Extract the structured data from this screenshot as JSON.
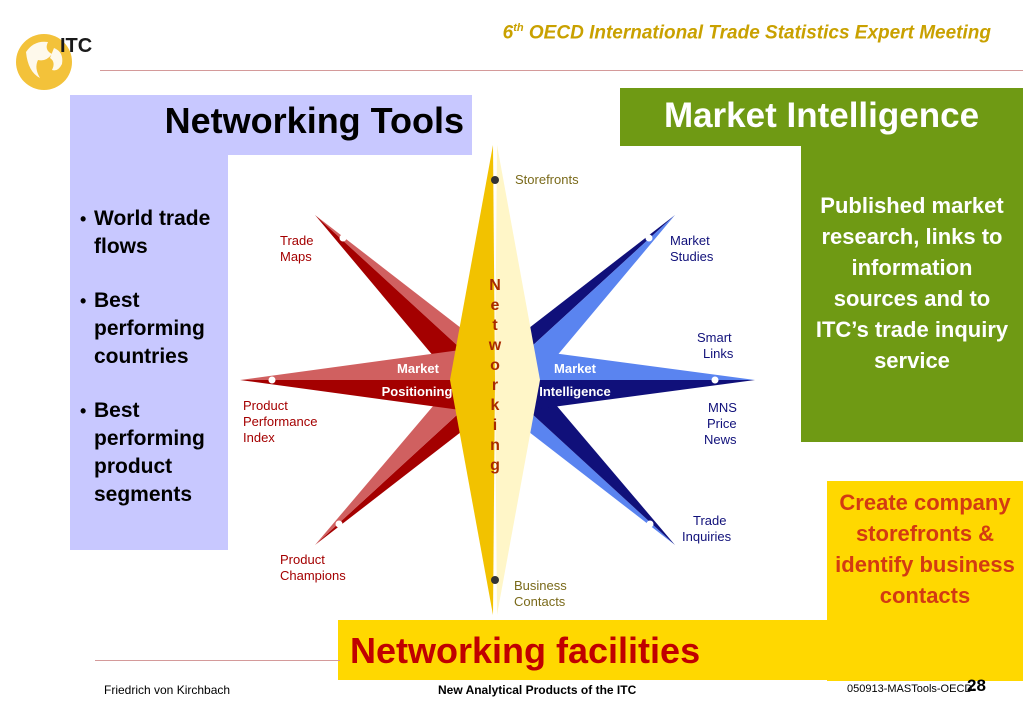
{
  "header": {
    "title_num": "6",
    "title_sup": "th",
    "title_rest": " OECD International Trade Statistics Expert Meeting",
    "logo_text": "ITC"
  },
  "networking_tools": {
    "title": "Networking Tools",
    "bullets": [
      "World trade flows",
      "Best performing countries",
      "Best performing product segments"
    ]
  },
  "market_intelligence": {
    "title": "Market Intelligence",
    "body": "Published market research, links to information sources and to ITC’s trade inquiry service"
  },
  "storefronts_box": {
    "body": "Create company storefronts & identify business contacts"
  },
  "networking_facilities": {
    "title": "Networking facilities"
  },
  "compass": {
    "center_left_1": "Market",
    "center_left_2": "Positioning",
    "center_right_1": "Market",
    "center_right_2": "Intelligence",
    "vertical_letters": [
      "N",
      "e",
      "t",
      "w",
      "o",
      "r",
      "k",
      "i",
      "n",
      "g"
    ],
    "labels": {
      "storefronts": "Storefronts",
      "trade_maps": [
        "Trade",
        "Maps"
      ],
      "market_studies": [
        "Market",
        "Studies"
      ],
      "smart_links": [
        "Smart",
        "Links"
      ],
      "mns_price_news": [
        "MNS",
        "Price",
        "News"
      ],
      "product_performance_index": [
        "Product",
        "Performance",
        "Index"
      ],
      "trade_inquiries": [
        "Trade",
        "Inquiries"
      ],
      "product_champions": [
        "Product",
        "Champions"
      ],
      "business_contacts": [
        "Business",
        "Contacts"
      ]
    }
  },
  "colors": {
    "tools_bg": "#c8c8ff",
    "mi_bg": "#6f9a14",
    "yellow_bg": "#ffd800",
    "dark_red": "#a40000",
    "light_red": "#d06060",
    "dark_blue": "#10107a",
    "light_blue": "#5a84f0",
    "gold": "#f2c200"
  },
  "footer": {
    "author": "Friedrich von Kirchbach",
    "title": "New Analytical Products of the ITC",
    "ref": "050913-MASTools-OECD-",
    "page": "28"
  }
}
